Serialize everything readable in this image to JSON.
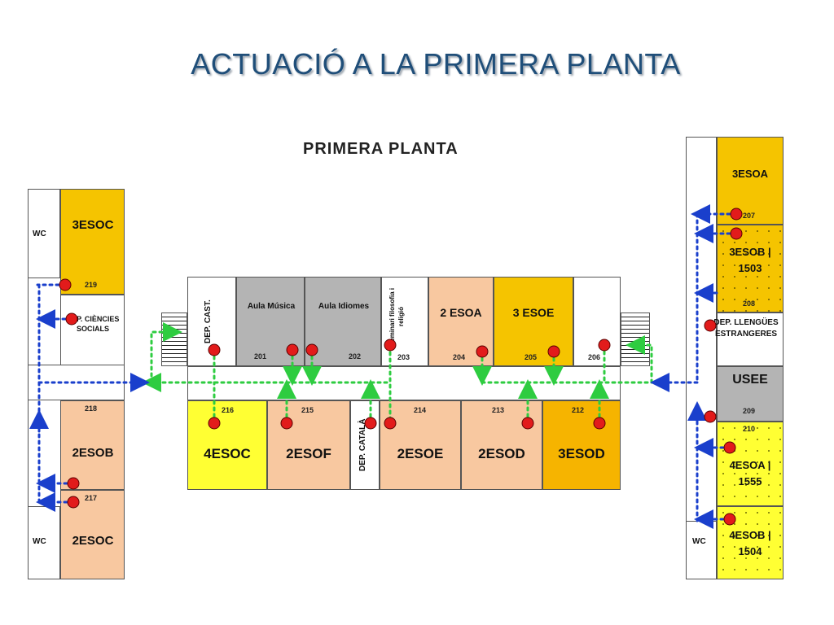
{
  "title": "ACTUACIÓ A LA PRIMERA PLANTA",
  "plan_title": "PRIMERA PLANTA",
  "colors": {
    "orange": "#f5c400",
    "peach": "#f8c8a0",
    "gray": "#b4b4b4",
    "yellow": "#ffff33",
    "dark_orange": "#f6b400",
    "red": "#e21b1b",
    "green": "#2ecc40",
    "blue": "#1a3fcc"
  },
  "left_wing": {
    "wc_top": "WC",
    "r219_label": "3ESOC",
    "r219_num": "219",
    "dep_cs": "DEP. CIÈNCIES SOCIALS",
    "r218_num": "218",
    "r218_label": "2ESOB",
    "r217_num": "217",
    "r217_label": "2ESOC",
    "wc_bottom": "WC"
  },
  "center_top": {
    "dep_cast": "DEP. CAST.",
    "r201_label": "Aula Música",
    "r201_num": "201",
    "r202_label": "Aula Idiomes",
    "r202_num": "202",
    "r203_label": "Seminari filosofia i religió",
    "r203_num": "203",
    "r204_label": "2 ESOA",
    "r204_num": "204",
    "r205_label": "3 ESOE",
    "r205_num": "205",
    "r206_num": "206"
  },
  "center_bottom": {
    "r216_num": "216",
    "r216_label": "4ESOC",
    "r215_num": "215",
    "r215_label": "2ESOF",
    "dep_catala": "DEP. CATALÀ",
    "r214_num": "214",
    "r214_label": "2ESOE",
    "r213_num": "213",
    "r213_label": "2ESOD",
    "r212_num": "212",
    "r212_label": "3ESOD"
  },
  "right_wing": {
    "r3esoa": "3ESOA",
    "r207_num": "207",
    "r3esob": "3ESOB | 1503",
    "r208_num": "208",
    "dep_lle": "DEP. LLENGÜES ESTRANGERES",
    "usee": "USEE",
    "r209_num": "209",
    "r210_num": "210",
    "r4esoa": "4ESOA | 1555",
    "r4esob": "4ESOB | 1504",
    "wc": "WC"
  }
}
